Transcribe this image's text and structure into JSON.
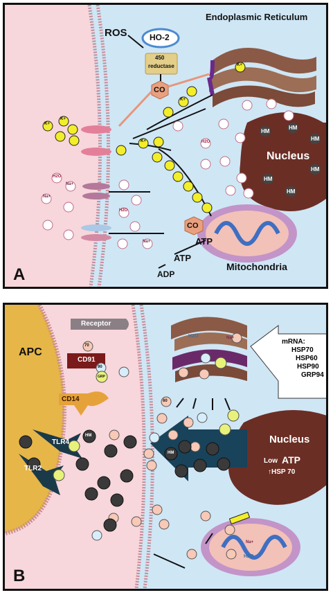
{
  "panel_a": {
    "panel_letter": "A",
    "er_label": "Endoplasmic Reticulum",
    "ros_label": "ROS",
    "ho2_label": "HO-2",
    "reductase_line1": "450",
    "reductase_line2": "reductase",
    "co_label": "CO",
    "co_label_2": "CO",
    "nucleus_label": "Nucleus",
    "mito_label": "Mitochondria",
    "atp_label_1": "ATP",
    "atp_label_2": "ATP",
    "adp_label": "ADP",
    "ion_k": "K+",
    "ion_water": "H2O",
    "ion_na": "Na+",
    "hm": "HM"
  },
  "panel_b": {
    "panel_letter": "B",
    "apc_label": "APC",
    "receptor_label": "Receptor",
    "cd91_label": "CD91",
    "cd14_label": "CD14",
    "tlr4_label": "TLR4",
    "tlr2_label": "TLR2",
    "mrna_title": "mRNA:",
    "mrna_items": [
      "HSP70",
      "HSP60",
      "HSP90",
      "GRP94"
    ],
    "nucleus_label": "Nucleus",
    "low_atp_prefix": "Low",
    "low_atp_main": "ATP",
    "hsp_up": "↑HSP 70",
    "tag_70": "70",
    "tag_60": "60",
    "tag_90": "90",
    "tag_grp": "GRP",
    "hm": "HM",
    "water": "H2O",
    "na": "Na+"
  },
  "colors": {
    "extracellular": "#f7d6dc",
    "intracellular": "#cfe6f5",
    "potassium": "#f2ee2a",
    "nucleus": "#6b2e24",
    "co_octagon": "#e9a07e",
    "apc": "#e6b648"
  }
}
